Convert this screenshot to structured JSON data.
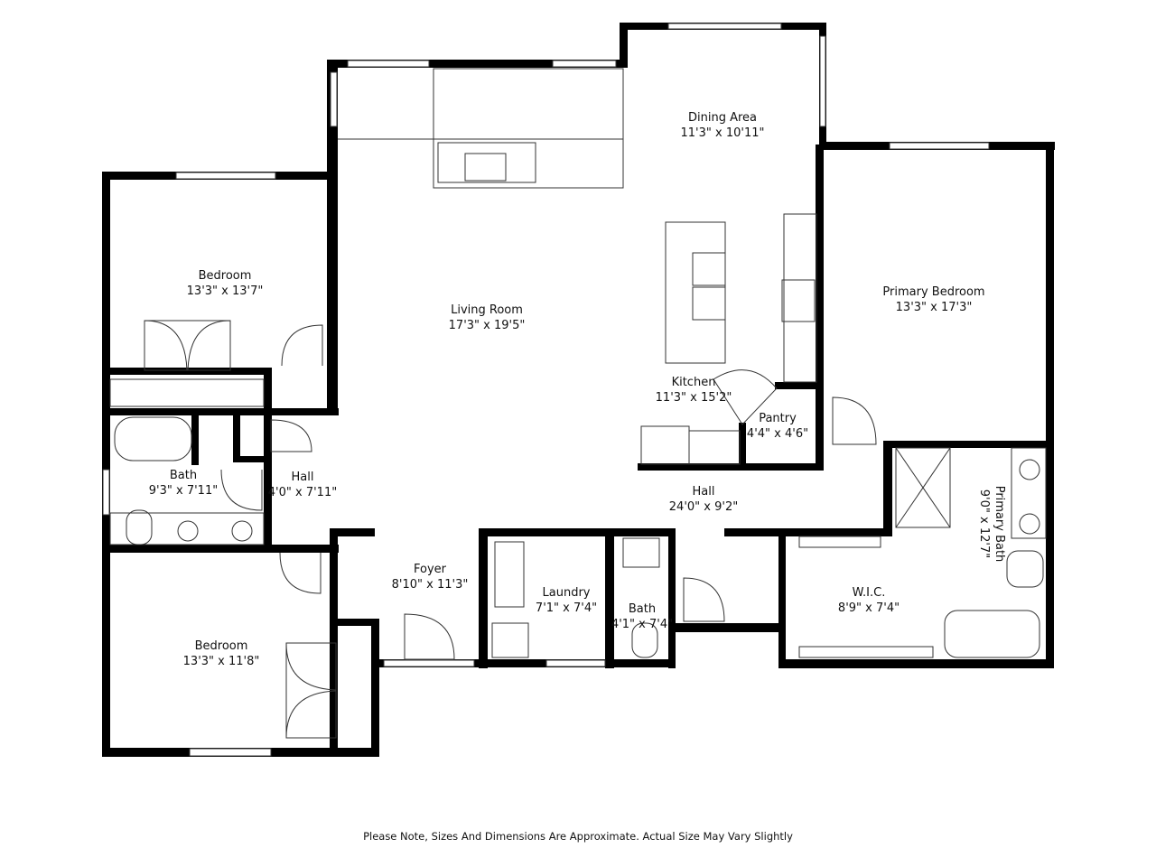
{
  "rooms": [
    {
      "name": "Dining Area",
      "size": "11'3\" x 10'11\""
    },
    {
      "name": "Living Room",
      "size": "17'3\" x 19'5\""
    },
    {
      "name": "Bedroom",
      "size": "13'3\" x 13'7\""
    },
    {
      "name": "Primary Bedroom",
      "size": "13'3\" x 17'3\""
    },
    {
      "name": "Kitchen",
      "size": "11'3\" x 15'2\""
    },
    {
      "name": "Pantry",
      "size": "4'4\" x 4'6\""
    },
    {
      "name": "Bath",
      "size": "9'3\" x 7'11\""
    },
    {
      "name": "Hall",
      "size": "4'0\" x 7'11\""
    },
    {
      "name": "Hall",
      "size": "24'0\" x 9'2\""
    },
    {
      "name": "Primary Bath",
      "size": "9'0\" x 12'7\""
    },
    {
      "name": "Foyer",
      "size": "8'10\" x 11'3\""
    },
    {
      "name": "Laundry",
      "size": "7'1\" x 7'4\""
    },
    {
      "name": "Bath",
      "size": "4'1\" x 7'4\""
    },
    {
      "name": "W.I.C.",
      "size": "8'9\" x 7'4\""
    },
    {
      "name": "Bedroom",
      "size": "13'3\" x 11'8\""
    }
  ],
  "note": "Please Note, Sizes And Dimensions Are Approximate. Actual Size May Vary Slightly"
}
